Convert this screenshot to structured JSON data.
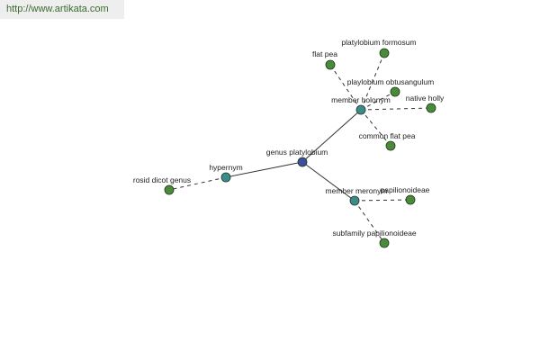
{
  "banner": {
    "url": "http://www.artikata.com"
  },
  "graph": {
    "colors": {
      "center": "#3b4f9e",
      "relation": "#3d8a8a",
      "leaf": "#4a8a3a",
      "edge": "#333333"
    },
    "nodes": [
      {
        "id": "genus",
        "label": "genus platylobium",
        "kind": "center"
      },
      {
        "id": "hypernym",
        "label": "hypernym",
        "kind": "relation"
      },
      {
        "id": "rosid",
        "label": "rosid dicot genus",
        "kind": "leaf"
      },
      {
        "id": "holonym",
        "label": "member holonym",
        "kind": "relation"
      },
      {
        "id": "formosum",
        "label": "platylobium formosum",
        "kind": "leaf"
      },
      {
        "id": "flatpea",
        "label": "flat pea",
        "kind": "leaf"
      },
      {
        "id": "obtusangulum",
        "label": "playlobium obtusangulum",
        "kind": "leaf"
      },
      {
        "id": "nativeholly",
        "label": "native holly",
        "kind": "leaf"
      },
      {
        "id": "commonflatpea",
        "label": "common flat pea",
        "kind": "leaf"
      },
      {
        "id": "meronym",
        "label": "member meronym",
        "kind": "relation"
      },
      {
        "id": "papilionoideae",
        "label": "papilionoideae",
        "kind": "leaf"
      },
      {
        "id": "subfamily",
        "label": "subfamily papilionoideae",
        "kind": "leaf"
      }
    ],
    "edges": [
      {
        "from": "genus",
        "to": "hypernym",
        "style": "solid"
      },
      {
        "from": "genus",
        "to": "holonym",
        "style": "solid"
      },
      {
        "from": "genus",
        "to": "meronym",
        "style": "solid"
      },
      {
        "from": "hypernym",
        "to": "rosid",
        "style": "dashed"
      },
      {
        "from": "holonym",
        "to": "formosum",
        "style": "dashed"
      },
      {
        "from": "holonym",
        "to": "flatpea",
        "style": "dashed"
      },
      {
        "from": "holonym",
        "to": "obtusangulum",
        "style": "dashed"
      },
      {
        "from": "holonym",
        "to": "nativeholly",
        "style": "dashed"
      },
      {
        "from": "holonym",
        "to": "commonflatpea",
        "style": "dashed"
      },
      {
        "from": "meronym",
        "to": "papilionoideae",
        "style": "dashed"
      },
      {
        "from": "meronym",
        "to": "subfamily",
        "style": "dashed"
      }
    ]
  }
}
